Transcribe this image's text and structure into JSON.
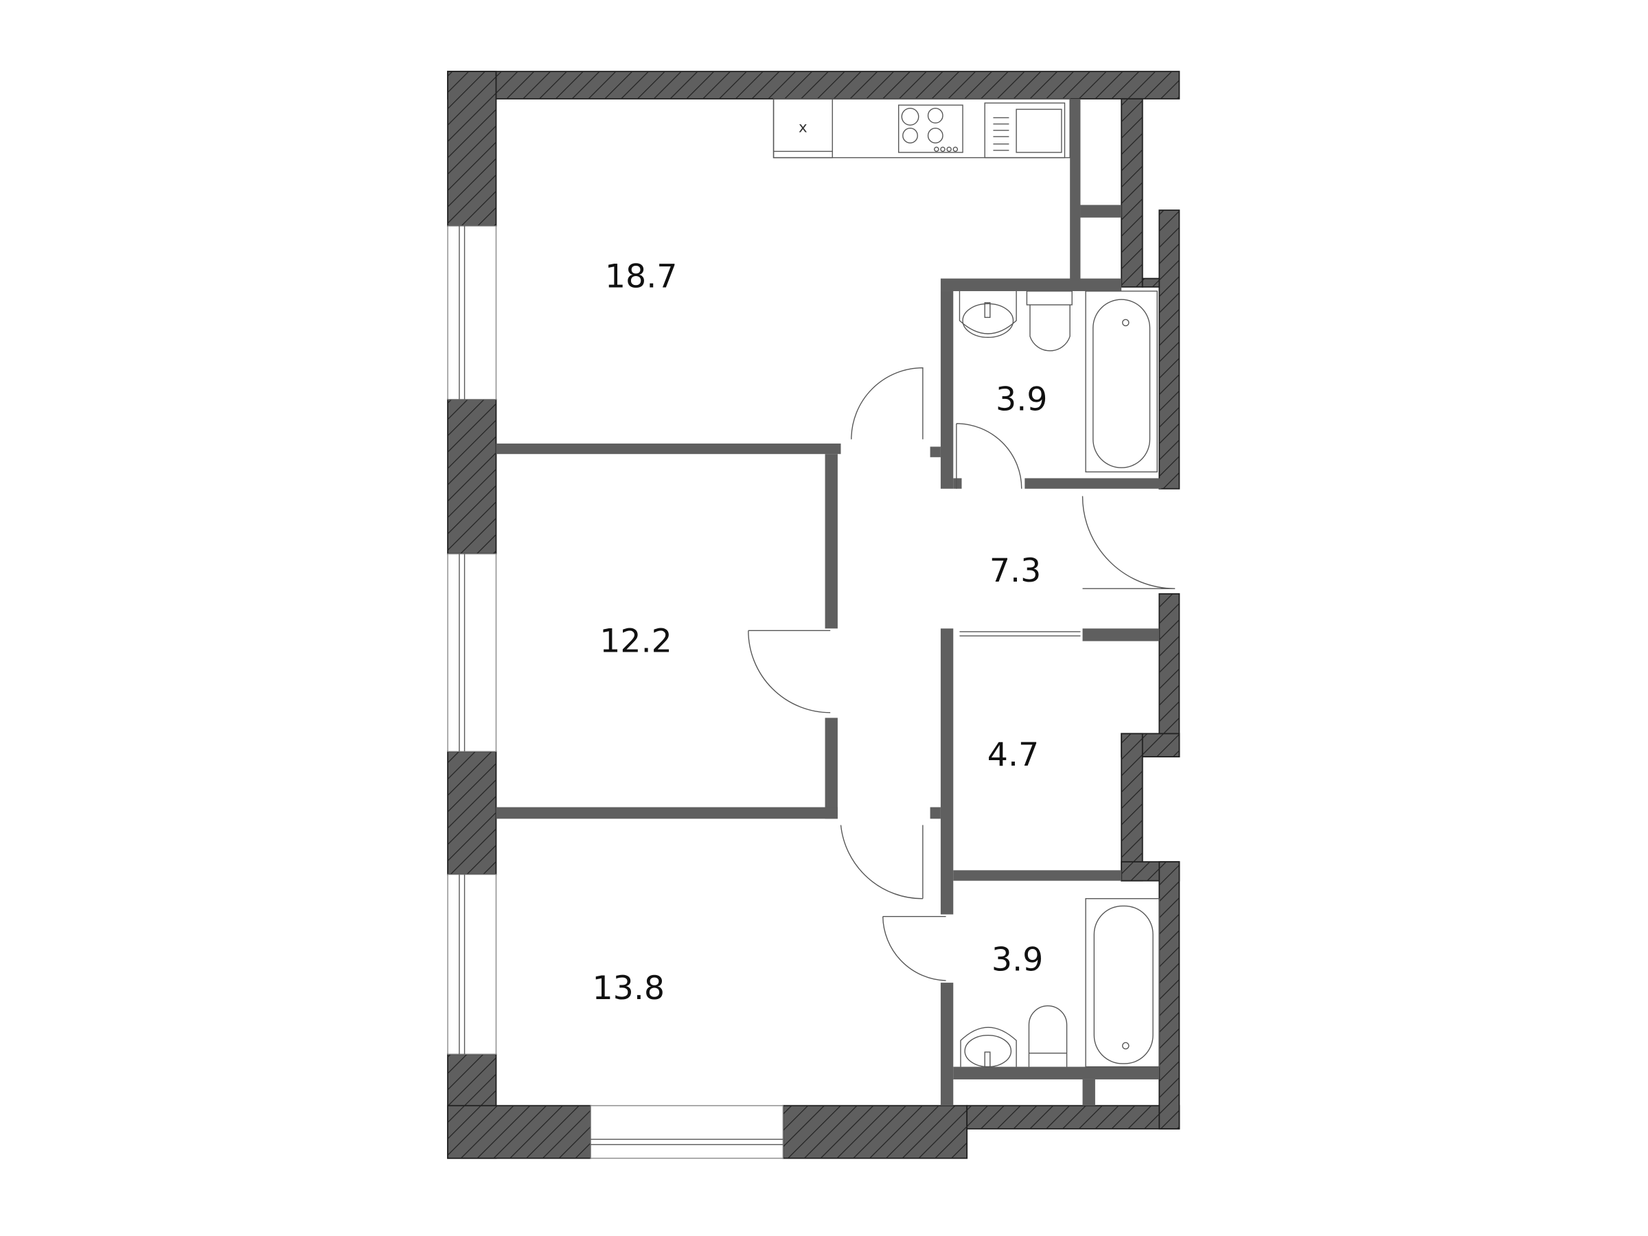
{
  "plan": {
    "rooms": [
      {
        "id": "kitchen-living",
        "area": "18.7"
      },
      {
        "id": "bathroom-1",
        "area": "3.9"
      },
      {
        "id": "hallway",
        "area": "7.3"
      },
      {
        "id": "bedroom-1",
        "area": "12.2"
      },
      {
        "id": "storage",
        "area": "4.7"
      },
      {
        "id": "bathroom-2",
        "area": "3.9"
      },
      {
        "id": "bedroom-2",
        "area": "13.8"
      }
    ],
    "fridge_mark": "x"
  },
  "colors": {
    "wall": "#5f5f5f",
    "hatch_line": "#222222"
  }
}
